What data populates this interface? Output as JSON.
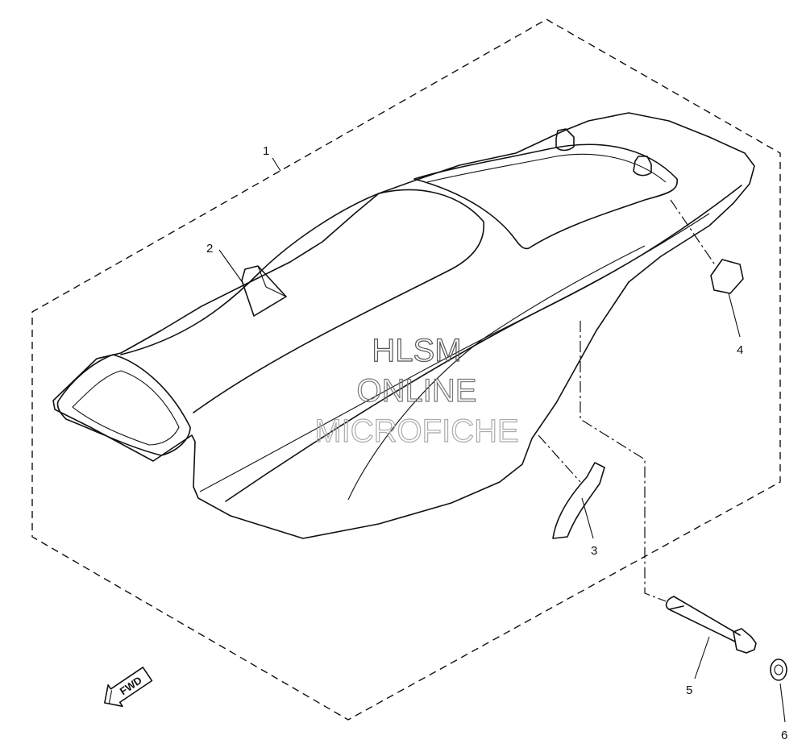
{
  "callouts": [
    {
      "id": "1",
      "text": "1"
    },
    {
      "id": "2",
      "text": "2"
    },
    {
      "id": "3",
      "text": "3"
    },
    {
      "id": "4",
      "text": "4"
    },
    {
      "id": "5",
      "text": "5"
    },
    {
      "id": "6",
      "text": "6"
    }
  ],
  "watermark": {
    "line1": "HLSM",
    "line2": "ONLINE",
    "line3": "MICROFICHE"
  },
  "forward_arrow": {
    "text": "FWD"
  },
  "colors": {
    "line": "#111111",
    "watermark_1": "#555555",
    "watermark_2": "#777777",
    "watermark_3": "#aaaaaa"
  }
}
